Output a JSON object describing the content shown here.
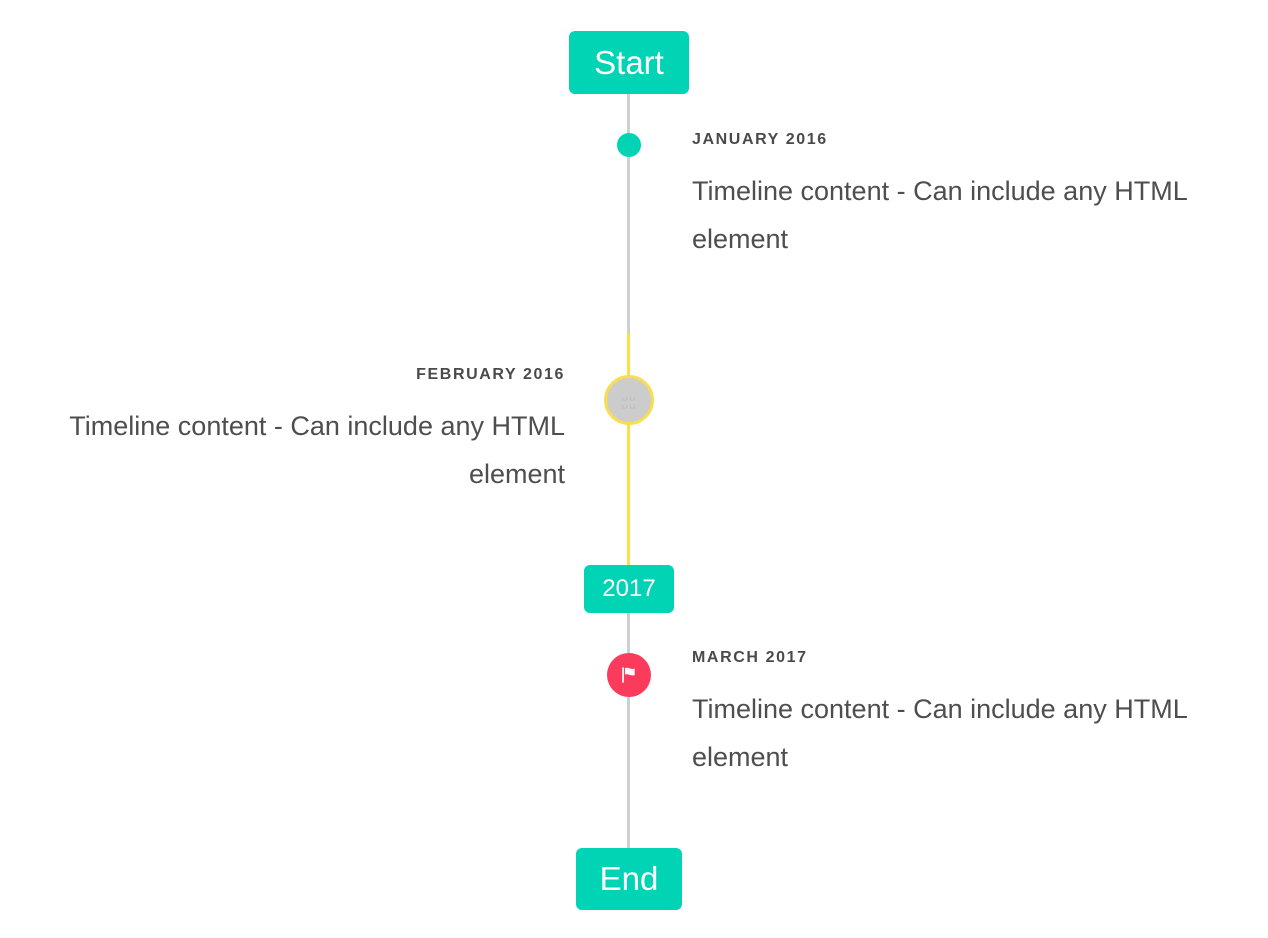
{
  "page": {
    "background": "#ffffff",
    "accent_teal": "#00d4b4",
    "accent_yellow": "#f9de4f",
    "accent_pink": "#fb3b5c",
    "line_gray": "#cfcfcf",
    "marker_gray": "#cccccc"
  },
  "timeline": {
    "start_badge": "Start",
    "middle_badge": "2017",
    "end_badge": "End",
    "broken_glyph_top": "␣␣",
    "broken_glyph_bottom": "␣␣",
    "entries": [
      {
        "date": "JANUARY 2016",
        "body": "Timeline content - Can include any HTML element",
        "side": "right",
        "marker": "dot-icon",
        "marker_color": "#00d4b4"
      },
      {
        "date": "FEBRUARY 2016",
        "body": "Timeline content - Can include any HTML element",
        "side": "left",
        "marker": "broken-glyph-icon",
        "marker_color": "#cccccc"
      },
      {
        "date": "MARCH 2017",
        "body": "Timeline content - Can include any HTML element",
        "side": "right",
        "marker": "flag-icon",
        "marker_color": "#fb3b5c"
      }
    ]
  }
}
